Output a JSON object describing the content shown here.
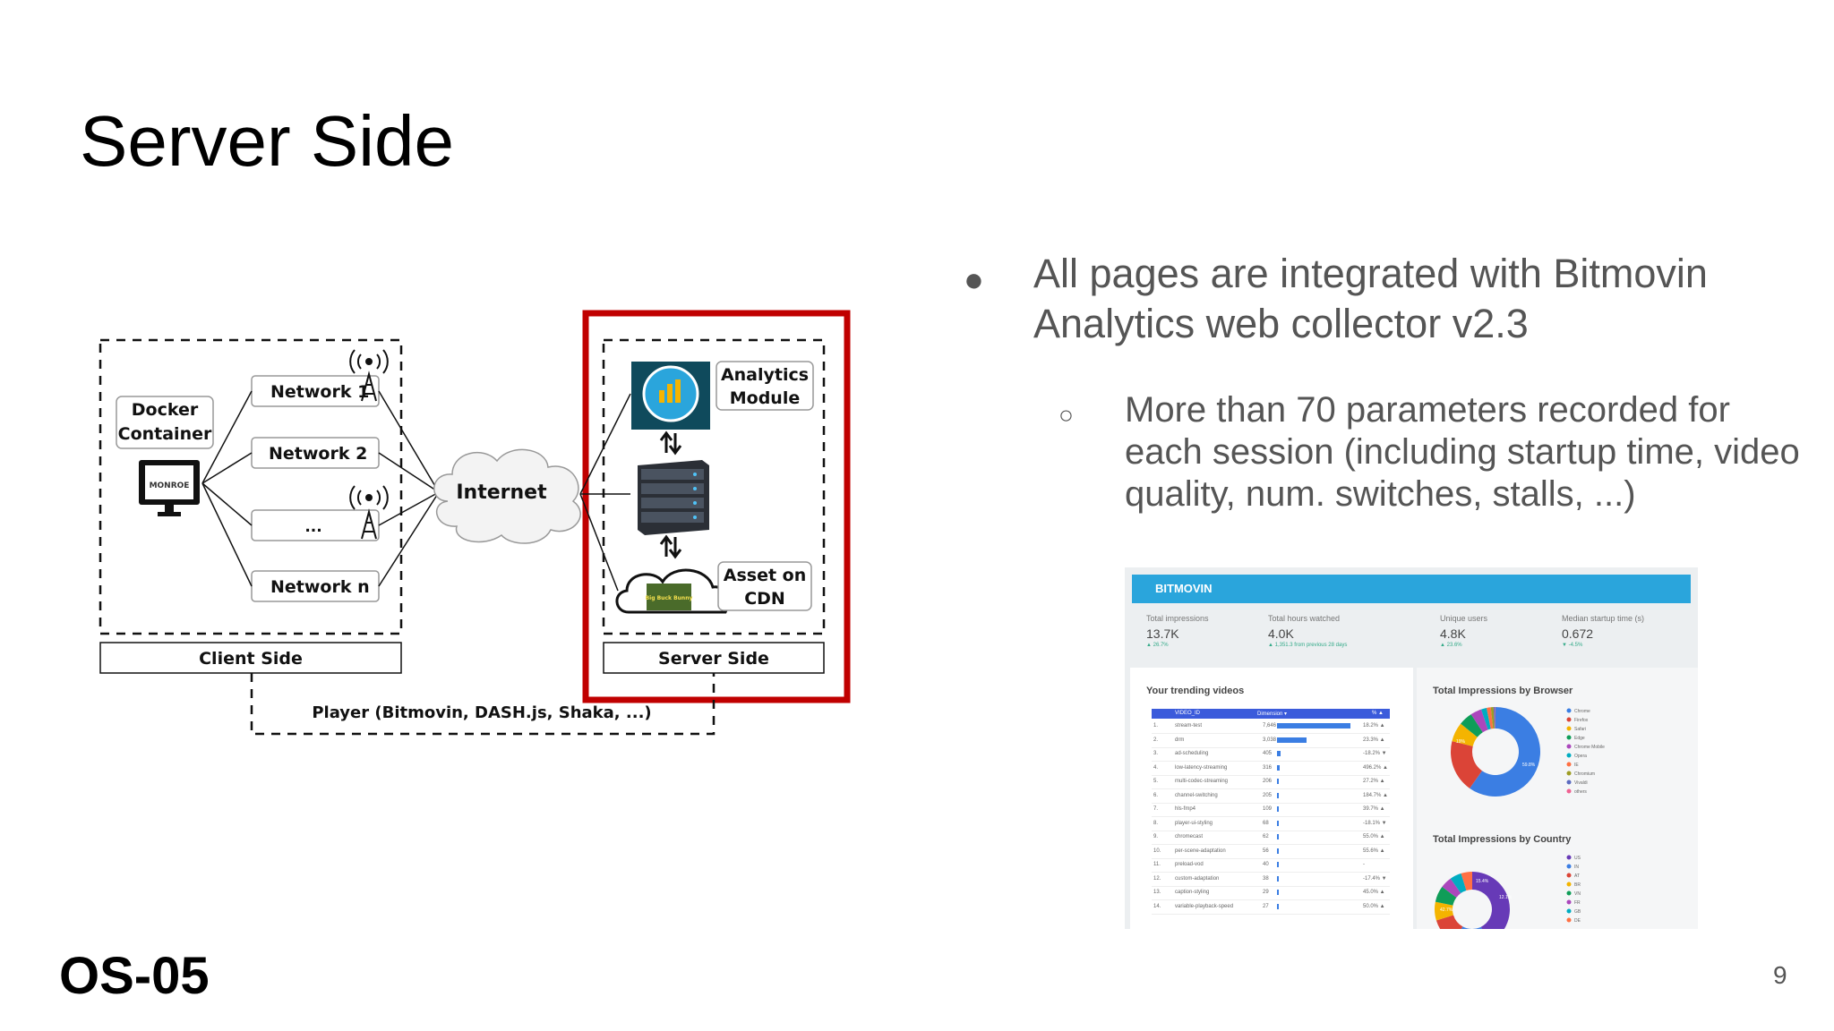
{
  "slide": {
    "title": "Server Side",
    "footer": "OS-05",
    "page_number": "9"
  },
  "bullets": {
    "main": "All pages are integrated with Bitmovin Analytics web collector v2.3",
    "sub": "More than 70 parameters recorded for each session (including startup time, video quality, num. switches, stalls, ...)"
  },
  "diagram": {
    "docker_label": [
      "Docker",
      "Container"
    ],
    "monroe": "MONROE",
    "networks": [
      "Network 1",
      "Network 2",
      "...",
      "Network n"
    ],
    "internet": "Internet",
    "analytics": [
      "Analytics",
      "Module"
    ],
    "asset": [
      "Asset on",
      "CDN"
    ],
    "cdn_badge": "Big Buck Bunny",
    "client_side": "Client Side",
    "server_side": "Server Side",
    "player": "Player (Bitmovin, DASH.js, Shaka, ...)",
    "highlight_color": "#c00000"
  },
  "dashboard": {
    "brand": "BITMOVIN",
    "kpis": [
      {
        "label": "Total impressions",
        "value": "13.7K",
        "delta": "▲ 26.7%"
      },
      {
        "label": "Total hours watched",
        "value": "4.0K",
        "delta": "▲ 1,351.3 from previous 28 days"
      },
      {
        "label": "Unique users",
        "value": "4.8K",
        "delta": "▲ 23.6%"
      },
      {
        "label": "Median startup time (s)",
        "value": "0.672",
        "delta": "▼ -4.5%"
      }
    ],
    "trending_title": "Your trending videos",
    "table_headers": [
      "VIDEO_ID",
      "Dimension ▾",
      "% ▲"
    ],
    "rows": [
      {
        "n": "1.",
        "id": "stream-test",
        "v": "7,646",
        "frac": 1.0,
        "p": "18.2% ▲"
      },
      {
        "n": "2.",
        "id": "drm",
        "v": "3,038",
        "frac": 0.4,
        "p": "23.3% ▲"
      },
      {
        "n": "3.",
        "id": "ad-scheduling",
        "v": "405",
        "frac": 0.05,
        "p": "-18.2% ▼"
      },
      {
        "n": "4.",
        "id": "low-latency-streaming",
        "v": "316",
        "frac": 0.04,
        "p": "496.2% ▲"
      },
      {
        "n": "5.",
        "id": "multi-codec-streaming",
        "v": "206",
        "frac": 0.03,
        "p": "27.2% ▲"
      },
      {
        "n": "6.",
        "id": "channel-switching",
        "v": "205",
        "frac": 0.03,
        "p": "184.7% ▲"
      },
      {
        "n": "7.",
        "id": "hls-fmp4",
        "v": "109",
        "frac": 0.015,
        "p": "39.7% ▲"
      },
      {
        "n": "8.",
        "id": "player-ui-styling",
        "v": "68",
        "frac": 0.01,
        "p": "-18.1% ▼"
      },
      {
        "n": "9.",
        "id": "chromecast",
        "v": "62",
        "frac": 0.01,
        "p": "55.0% ▲"
      },
      {
        "n": "10.",
        "id": "per-scene-adaptation",
        "v": "56",
        "frac": 0.01,
        "p": "55.6% ▲"
      },
      {
        "n": "11.",
        "id": "preload-vod",
        "v": "40",
        "frac": 0.005,
        "p": "-"
      },
      {
        "n": "12.",
        "id": "custom-adaptation",
        "v": "38",
        "frac": 0.005,
        "p": "-17.4% ▼"
      },
      {
        "n": "13.",
        "id": "caption-styling",
        "v": "29",
        "frac": 0.004,
        "p": "45.0% ▲"
      },
      {
        "n": "14.",
        "id": "variable-playback-speed",
        "v": "27",
        "frac": 0.004,
        "p": "50.0% ▲"
      }
    ],
    "browser_title": "Total Impressions by Browser",
    "browser_slices": [
      {
        "name": "Chrome",
        "value": 59.8,
        "color": "#3b7ee3"
      },
      {
        "name": "Firefox",
        "value": 19,
        "color": "#db4437"
      },
      {
        "name": "Safari",
        "value": 7,
        "color": "#f4b400"
      },
      {
        "name": "Edge",
        "value": 5,
        "color": "#0f9d58"
      },
      {
        "name": "Chrome Mobile",
        "value": 4,
        "color": "#ab47bc"
      },
      {
        "name": "Opera",
        "value": 2,
        "color": "#00acc1"
      },
      {
        "name": "IE",
        "value": 1.5,
        "color": "#ff7043"
      },
      {
        "name": "Chromium",
        "value": 1,
        "color": "#9e9d24"
      },
      {
        "name": "Vivaldi",
        "value": 0.5,
        "color": "#5c6bc0"
      },
      {
        "name": "others",
        "value": 0.2,
        "color": "#f06292"
      }
    ],
    "browser_labels": [
      "19%",
      "59.8%"
    ],
    "country_title": "Total Impressions by Country",
    "country_slices": [
      {
        "name": "US",
        "value": 42.7,
        "color": "#673ab7"
      },
      {
        "name": "IN",
        "value": 15.4,
        "color": "#3b7ee3"
      },
      {
        "name": "AT",
        "value": 12.1,
        "color": "#db4437"
      },
      {
        "name": "BR",
        "value": 8,
        "color": "#f4b400"
      },
      {
        "name": "VN",
        "value": 7,
        "color": "#0f9d58"
      },
      {
        "name": "FR",
        "value": 5,
        "color": "#ab47bc"
      },
      {
        "name": "GB",
        "value": 5,
        "color": "#00acc1"
      },
      {
        "name": "DE",
        "value": 4.8,
        "color": "#ff7043"
      }
    ],
    "country_labels": [
      "42.7%",
      "15.4%",
      "12.1%"
    ]
  }
}
